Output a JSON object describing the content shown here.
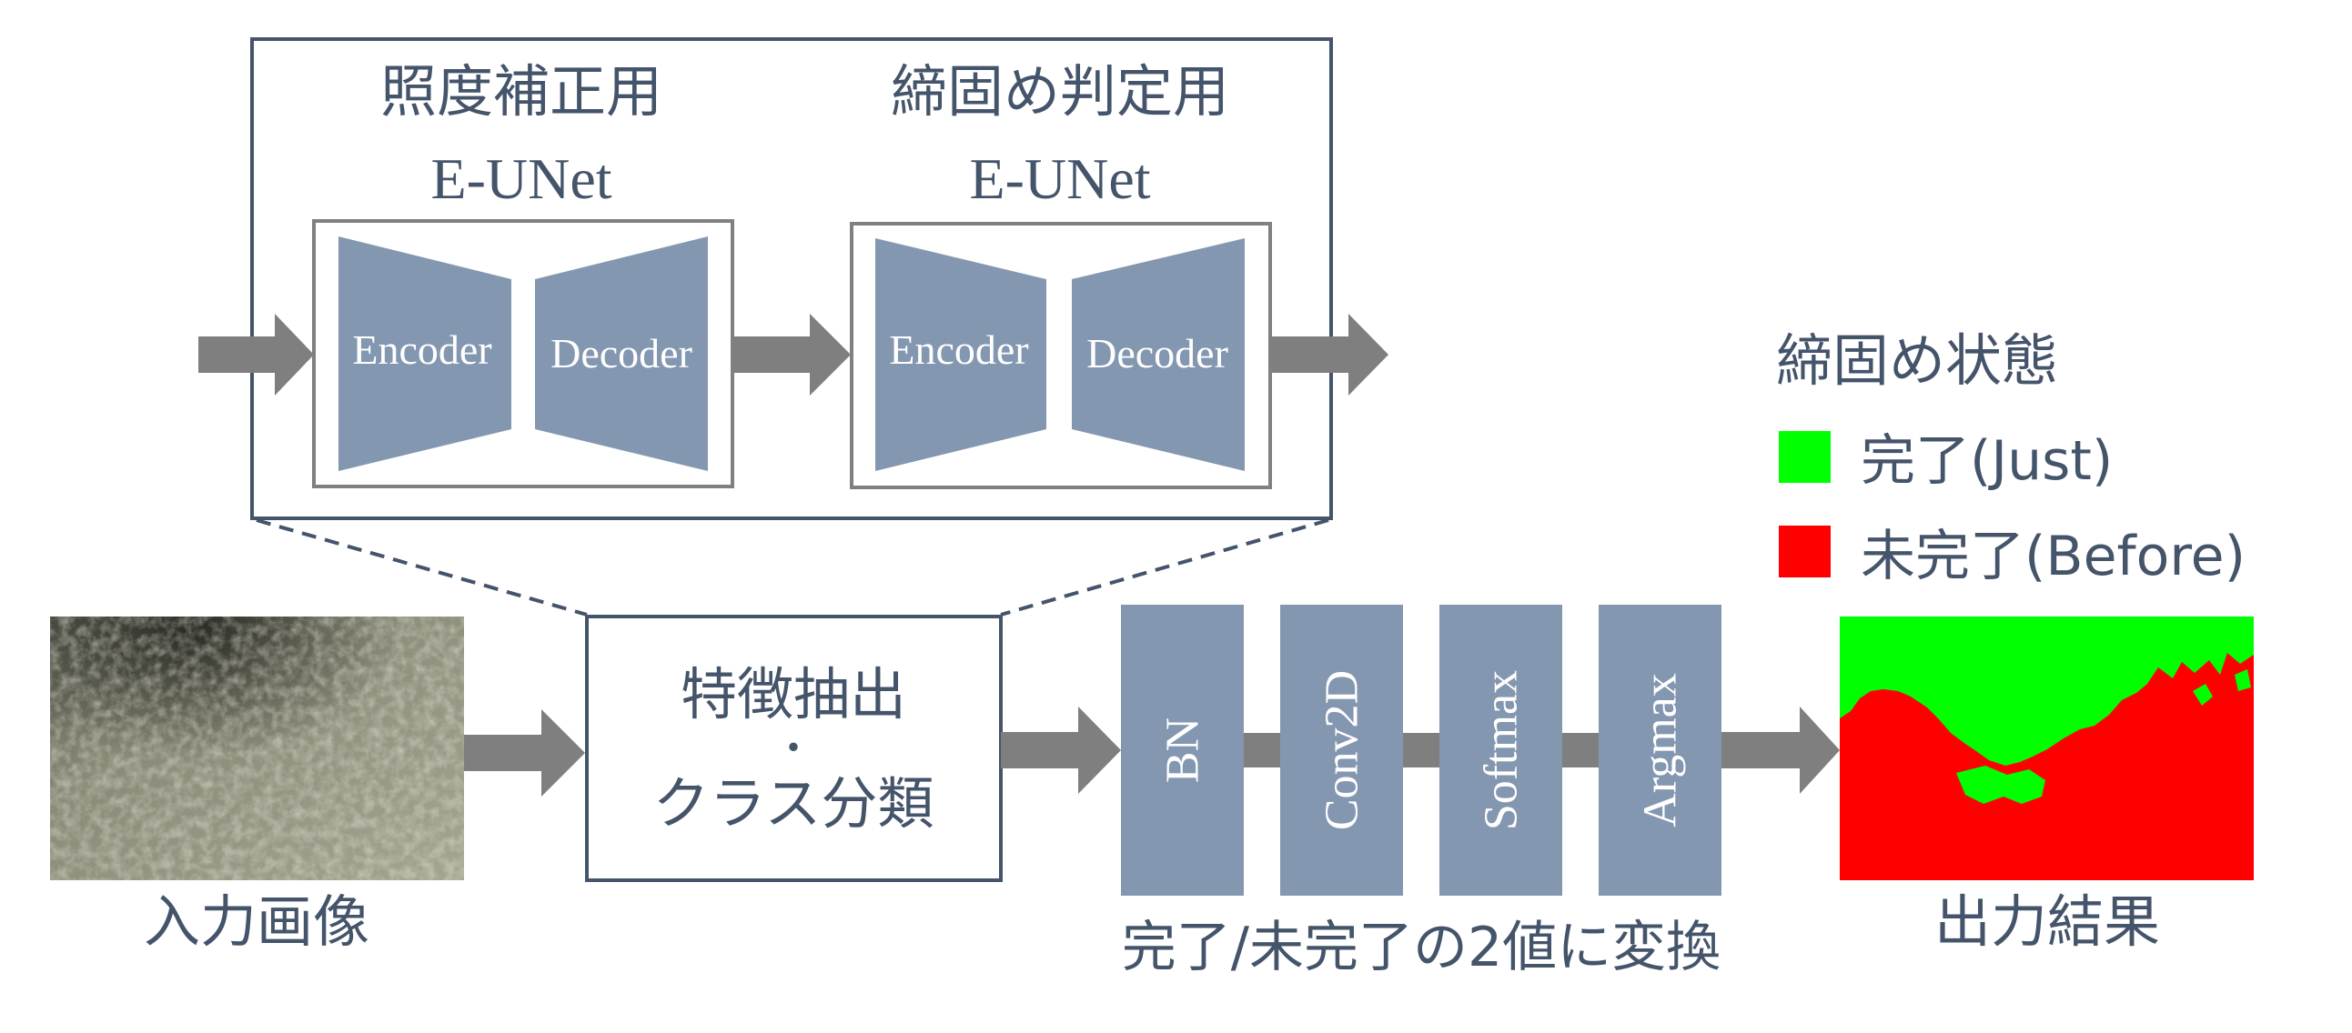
{
  "top_panel": {
    "illumination_title": "照度補正用",
    "illumination_model": "E-UNet",
    "judgment_title": "締固め判定用",
    "judgment_model": "E-UNet",
    "encoder_label": "Encoder",
    "decoder_label": "Decoder"
  },
  "input": {
    "caption": "入力画像"
  },
  "feature_box": {
    "line1": "特徴抽出",
    "line2": "・",
    "line3": "クラス分類"
  },
  "layers": [
    {
      "label": "BN"
    },
    {
      "label": "Conv2D"
    },
    {
      "label": "Softmax"
    },
    {
      "label": "Argmax"
    }
  ],
  "layers_caption": "完了/未完了の2値に変換",
  "output": {
    "caption": "出力結果"
  },
  "legend": {
    "title": "締固め状態",
    "items": [
      {
        "label": "完了(Just)",
        "color": "#00ff00"
      },
      {
        "label": "未完了(Before)",
        "color": "#ff0000"
      }
    ]
  },
  "colors": {
    "text": "#44546a",
    "block": "#8497b0",
    "arrow": "#7f7f7f",
    "frame": "#44546a",
    "inner_frame": "#808080",
    "complete": "#00ff00",
    "incomplete": "#ff0000"
  }
}
